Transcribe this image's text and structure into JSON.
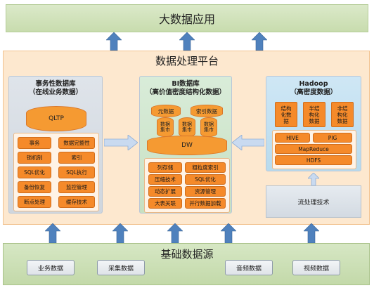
{
  "top": {
    "title": "大数据应用"
  },
  "platform": {
    "title": "数据处理平台"
  },
  "transactional": {
    "title1": "事务性数据库",
    "title2": "（在线业务数据）",
    "db": "QLTP",
    "items": [
      "事务",
      "数据完整性",
      "锁机制",
      "索引",
      "SQL优化",
      "SQL执行",
      "备份恢复",
      "监控管理",
      "断点处理",
      "缓存技术"
    ]
  },
  "bi": {
    "title1": "BI数据库",
    "title2": "（高价值密度结构化数据）",
    "meta": [
      "元数据",
      "索引数据"
    ],
    "marts": [
      "数据\n集市",
      "数据\n集市",
      "数据\n集市"
    ],
    "dw": "DW",
    "items": [
      "列存储",
      "粗粒度索引",
      "压缩技术",
      "SQL优化",
      "动态扩展",
      "资源管理",
      "大表关联",
      "并行数据加载"
    ]
  },
  "hadoop": {
    "title1": "Hadoop",
    "title2": "（高密度数据）",
    "data_types": [
      "结构\n化数\n据",
      "半结\n构化\n数据",
      "非结\n构化\n数据"
    ],
    "hive": "HIVE",
    "pig": "PIG",
    "mapreduce": "MapReduce",
    "hdfs": "HDFS"
  },
  "stream": {
    "label": "流处理技术"
  },
  "base": {
    "title": "基础数据源",
    "sources": [
      "业务数据",
      "采集数据",
      "音频数据",
      "视频数据"
    ]
  },
  "colors": {
    "arrow": "#4f81bd",
    "orange": "#f58a2a",
    "platform_bg": "#fde8cf"
  }
}
